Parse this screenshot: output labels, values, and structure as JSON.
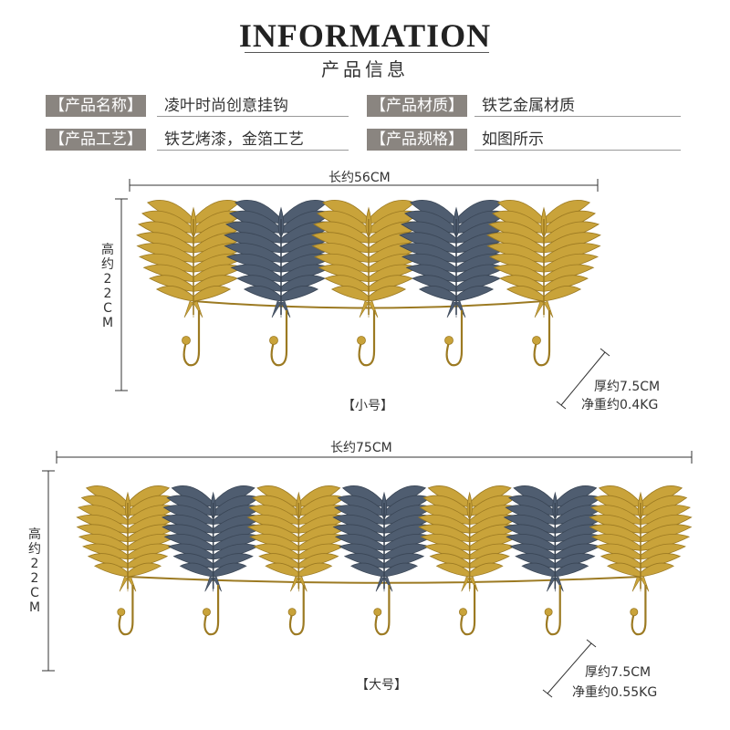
{
  "header": {
    "title": "INFORMATION",
    "subtitle": "产品信息"
  },
  "info": {
    "name_label": "【产品名称】",
    "name_value": "凌叶时尚创意挂钩",
    "material_label": "【产品材质】",
    "material_value": "铁艺金属材质",
    "craft_label": "【产品工艺】",
    "craft_value": "铁艺烤漆，金箔工艺",
    "spec_label": "【产品规格】",
    "spec_value": "如图所示"
  },
  "small": {
    "length": "长约56CM",
    "height": "高约22CM",
    "size_label": "【小号】",
    "thickness": "厚约7.5CM",
    "weight": "净重约0.4KG",
    "leaf_count": 5
  },
  "large": {
    "length": "长约75CM",
    "height": "高约22CM",
    "size_label": "【大号】",
    "thickness": "厚约7.5CM",
    "weight": "净重约0.55KG",
    "leaf_count": 7
  },
  "colors": {
    "gold": "#c9a33a",
    "gold_dark": "#9c7a22",
    "blue": "#4f5d70",
    "blue_dark": "#3a4656"
  }
}
